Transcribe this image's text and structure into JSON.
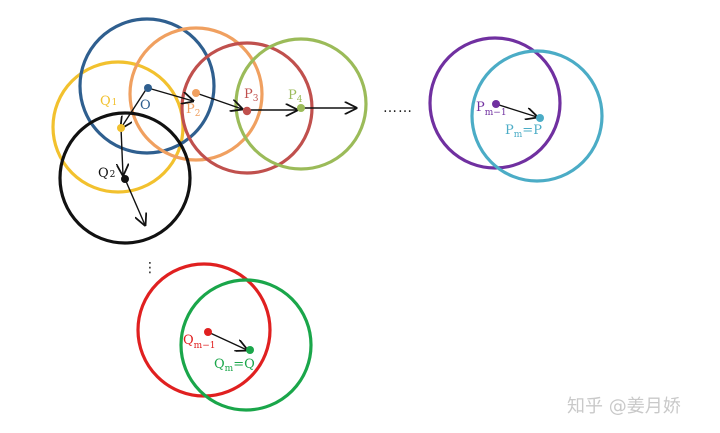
{
  "colors": {
    "O": "#2f5f8f",
    "P2": "#f0a060",
    "P3": "#c0504d",
    "P4": "#9bbb59",
    "Pm1": "#7030a0",
    "Pm": "#4bacc6",
    "Q1": "#f2c12e",
    "Q2": "#111111",
    "Qm1": "#e02020",
    "Qm": "#1aa64a",
    "arrow": "#111111"
  },
  "labels": {
    "O": "O",
    "Q1_main": "Q",
    "Q1_sub": "1",
    "Q2_main": "Q",
    "Q2_sub": "2",
    "P2_main": "P",
    "P2_sub": "2",
    "P3_main": "P",
    "P3_sub": "3",
    "P4_main": "P",
    "P4_sub": "4",
    "Pm1_main": "P",
    "Pm1_sub": "m−1",
    "Pm_main": "P",
    "Pm_sub": "m",
    "Pm_eq": "=P",
    "Qm1_main": "Q",
    "Qm1_sub": "m−1",
    "Qm_main": "Q",
    "Qm_sub": "m",
    "Qm_eq": "=Q"
  },
  "ellipsis_horizontal": "……",
  "ellipsis_vertical": "⋮",
  "watermark": "知乎 @姜月娇"
}
